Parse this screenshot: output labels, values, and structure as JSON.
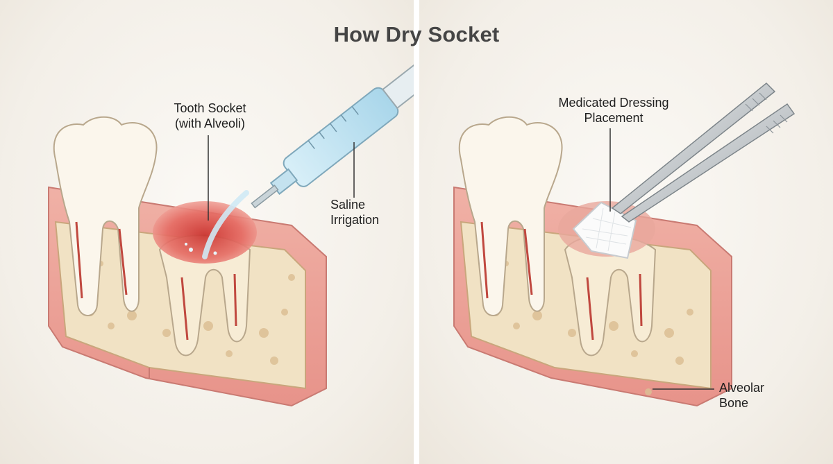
{
  "title": "How Dry Socket",
  "left_panel": {
    "label_socket": [
      "Tooth Socket",
      "(with Alveoli)"
    ],
    "label_irrigation": [
      "Saline",
      "Irrigation"
    ]
  },
  "right_panel": {
    "label_dressing": [
      "Medicated Dressing",
      "Placement"
    ],
    "label_bone": [
      "Alveolar",
      "Bone"
    ]
  },
  "colors": {
    "gum": "#e9a49b",
    "bone": "#f1e2c4",
    "tooth": "#fbf6ec",
    "inflamed_socket": "#d94a45",
    "saline": "#bfe3f2"
  }
}
